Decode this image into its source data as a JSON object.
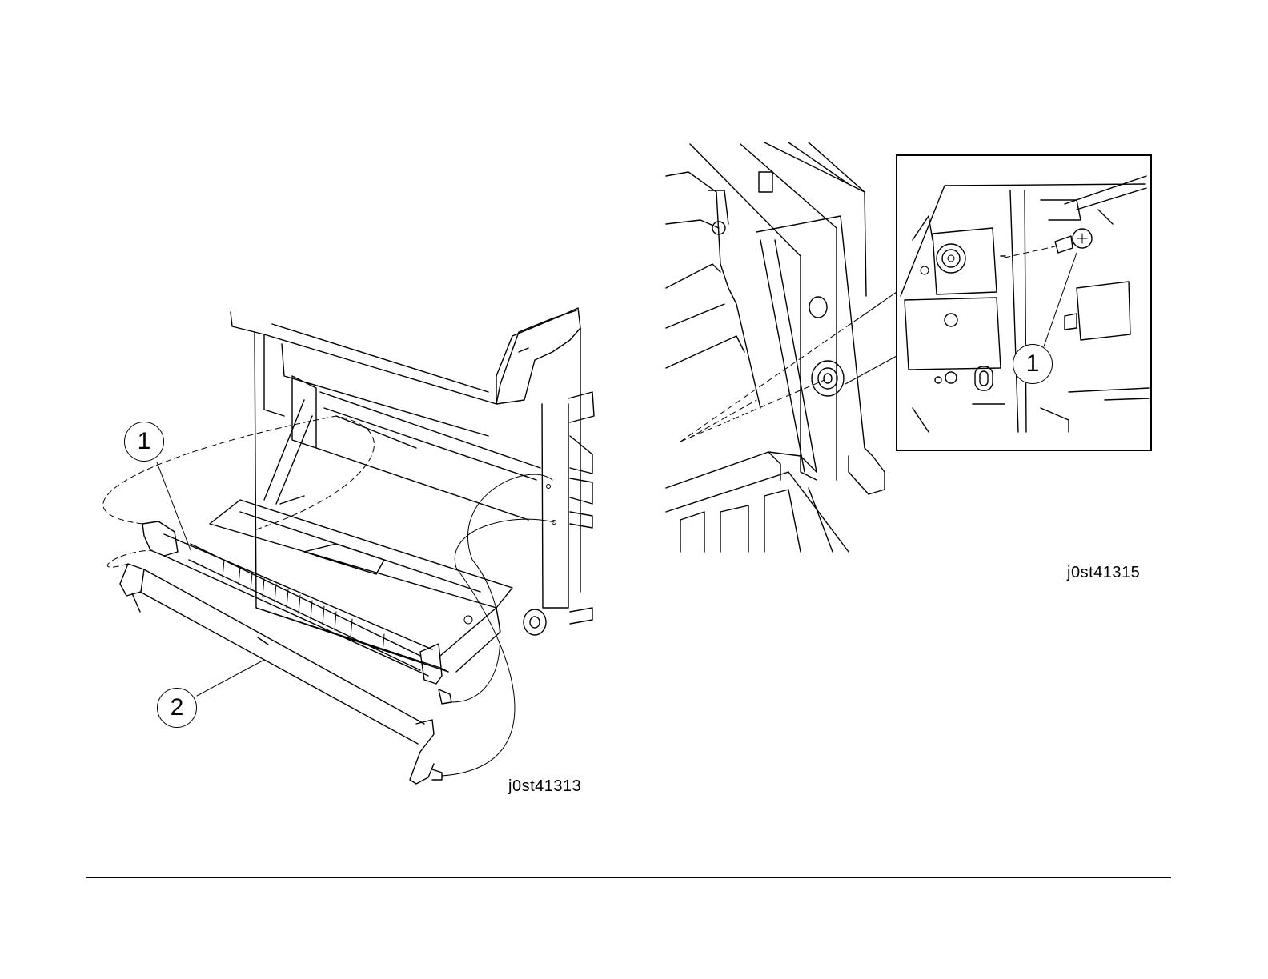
{
  "figures": [
    {
      "id_label": "j0st41313",
      "callouts": [
        "1",
        "2"
      ]
    },
    {
      "id_label": "j0st41315",
      "callouts": [
        "1"
      ]
    }
  ]
}
